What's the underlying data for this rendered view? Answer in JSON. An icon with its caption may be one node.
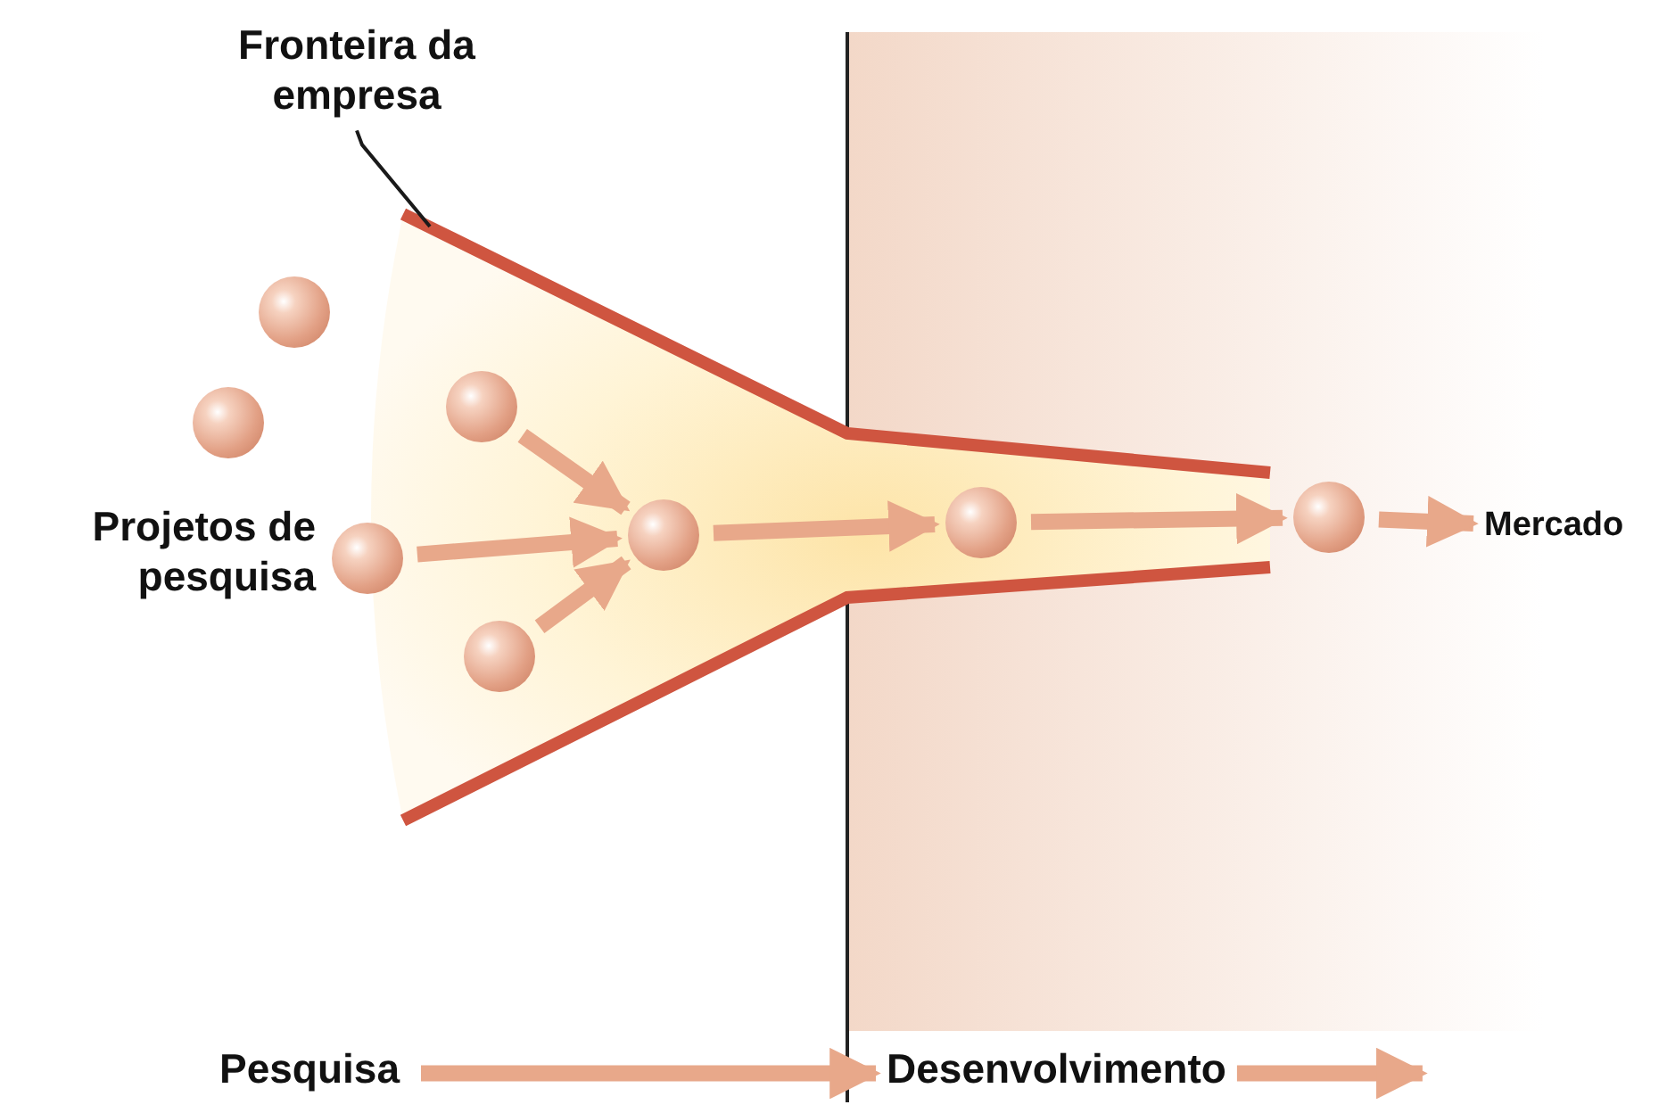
{
  "diagram": {
    "nodes": [
      {
        "text": [
          "Fronteira da empresa"
        ]
      },
      {
        "text": [],
        "shape": "funnel"
      },
      {
        "text": [],
        "shape": "circle"
      },
      {
        "text": [],
        "shape": "circle"
      },
      {
        "text": [],
        "shape": "circle"
      },
      {
        "text": [],
        "shape": "circle",
        "in": 1
      },
      {
        "text": [],
        "shape": "circle",
        "in": 1
      },
      {
        "text": [],
        "shape": "circle",
        "in": 1
      },
      {
        "text": [],
        "shape": "circle",
        "in": 1
      },
      {
        "text": [],
        "shape": "circle"
      },
      {
        "text": [
          "Mercado"
        ]
      },
      {
        "text": [
          "Pesquisa"
        ]
      },
      {
        "text": [
          "Desenvolvimento"
        ]
      }
    ],
    "edges": [
      {
        "from": 0,
        "to": 1,
        "arrow": "none",
        "color": "#1a1a1a"
      },
      {
        "from": 5,
        "to": 7,
        "arrow": "to"
      },
      {
        "from": 4,
        "to": 7,
        "arrow": "to"
      },
      {
        "from": 6,
        "to": 7,
        "arrow": "to"
      },
      {
        "from": 7,
        "to": 8,
        "arrow": "to"
      },
      {
        "from": 8,
        "to": 9,
        "arrow": "to"
      },
      {
        "from": 9,
        "to": 10,
        "arrow": "to"
      },
      {
        "from": 11,
        "to": 12,
        "arrow": "to"
      },
      {
        "from": 12,
        "to": null,
        "arrow": "to"
      }
    ],
    "labels": [
      "Projetos de pesquisa"
    ]
  }
}
